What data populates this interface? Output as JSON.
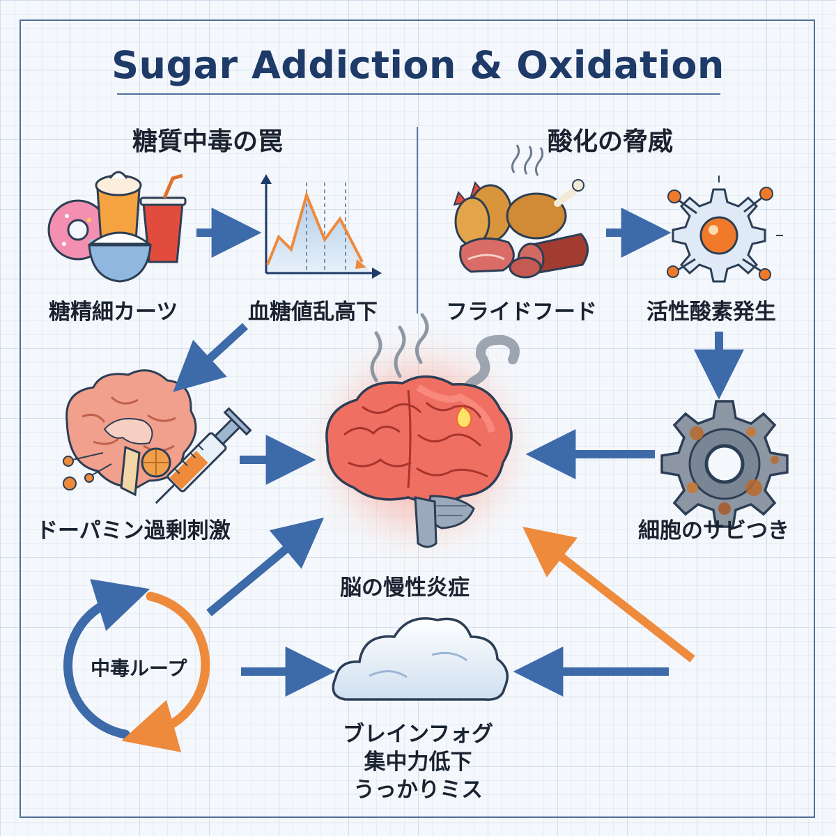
{
  "title": "Sugar Addiction & Oxidation",
  "sections": {
    "left": "糖質中毒の罠",
    "right": "酸化の脅威"
  },
  "nodes": {
    "refined_carbs": "糖精細カーツ",
    "blood_sugar": "血糖値乱高下",
    "fried_food": "フライドフード",
    "active_oxygen": "活性酸素発生",
    "dopamine": "ドーパミン過剰刺激",
    "brain_inflammation": "脳の慢性炎症",
    "cell_rust": "細胞のサビつき",
    "addiction_loop": "中毒ループ",
    "brain_fog": [
      "ブレインフォグ",
      "集中力低下",
      "うっかりミス"
    ]
  },
  "colors": {
    "navy": "#1e3a68",
    "arrow_blue": "#3d6aa8",
    "arrow_orange": "#ee8a3c",
    "inflammation_red": "#f04b3c"
  },
  "icons": [
    "food-sweets-icon",
    "blood-sugar-chart-icon",
    "fried-food-icon",
    "active-oxygen-icon",
    "brain-dopamine-icon",
    "syringe-icon",
    "inflamed-brain-icon",
    "rusty-gear-icon",
    "cycle-arrows-icon",
    "cloud-icon"
  ]
}
